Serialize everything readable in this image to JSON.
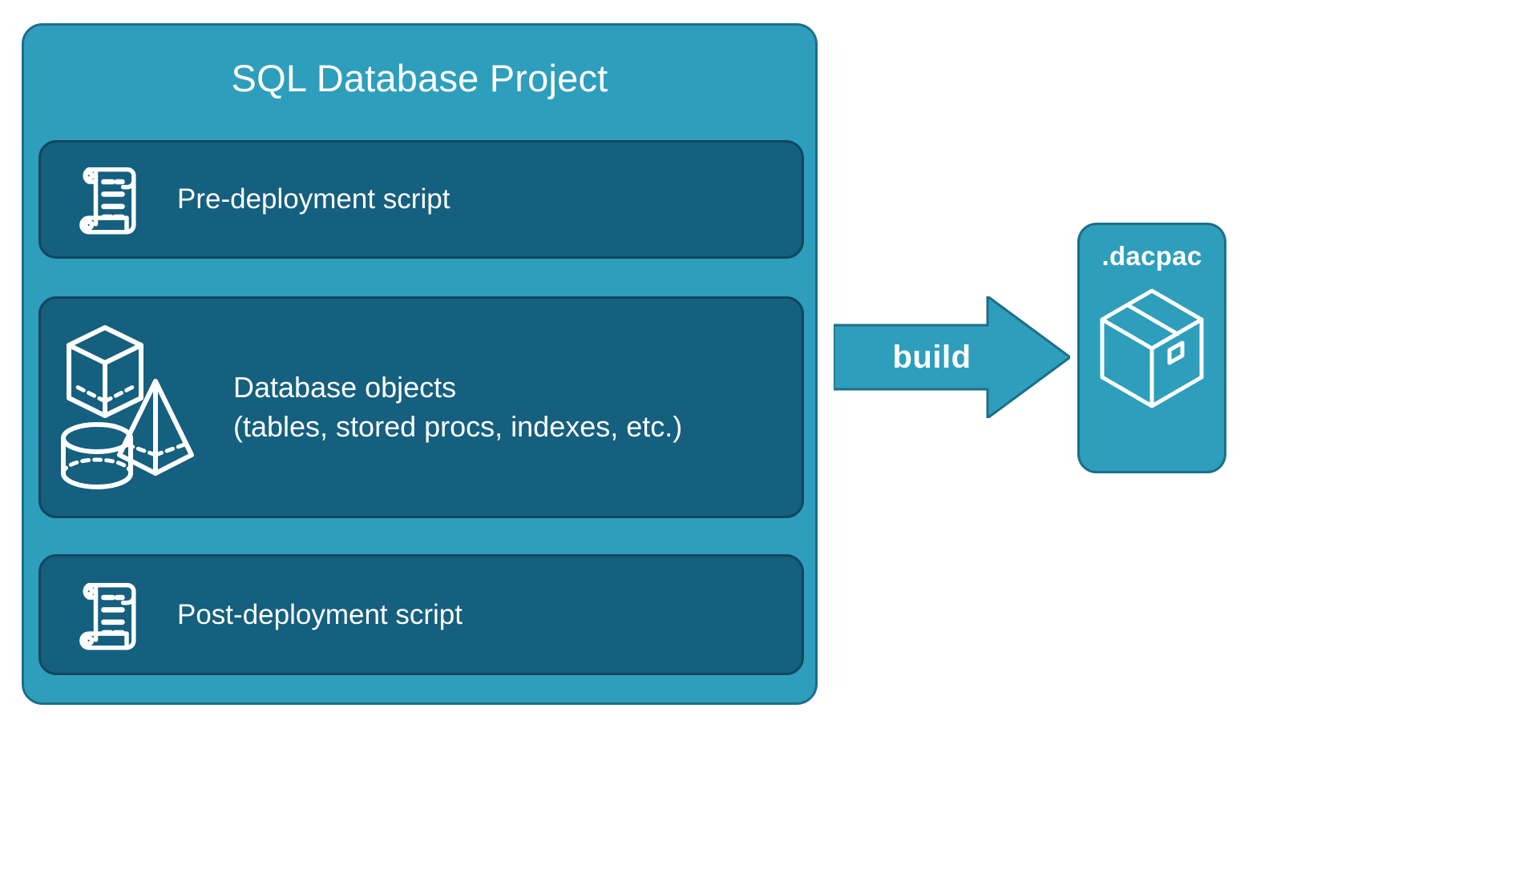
{
  "project": {
    "title": "SQL Database Project",
    "panel_color": "#2e9ebd",
    "panel_border_color": "#1c6e89",
    "card_color": "#155f7f",
    "card_border_color": "#11465d",
    "text_color": "#ffffff",
    "cards": [
      {
        "id": "pre-deployment",
        "label": "Pre-deployment script",
        "icon": "scroll-icon"
      },
      {
        "id": "database-objects",
        "label_line1": "Database objects",
        "label_line2": "(tables, stored procs, indexes, etc.)",
        "icon": "shapes-icon"
      },
      {
        "id": "post-deployment",
        "label": "Post-deployment script",
        "icon": "scroll-icon"
      }
    ]
  },
  "flow": {
    "arrow_label": "build",
    "arrow_color": "#2e9ebd",
    "arrow_border_color": "#1c6e89",
    "arrow_icon": "right-arrow-icon"
  },
  "output": {
    "title": ".dacpac",
    "icon": "package-box-icon",
    "box_color": "#2e9ebd",
    "box_border_color": "#1c6e89"
  }
}
